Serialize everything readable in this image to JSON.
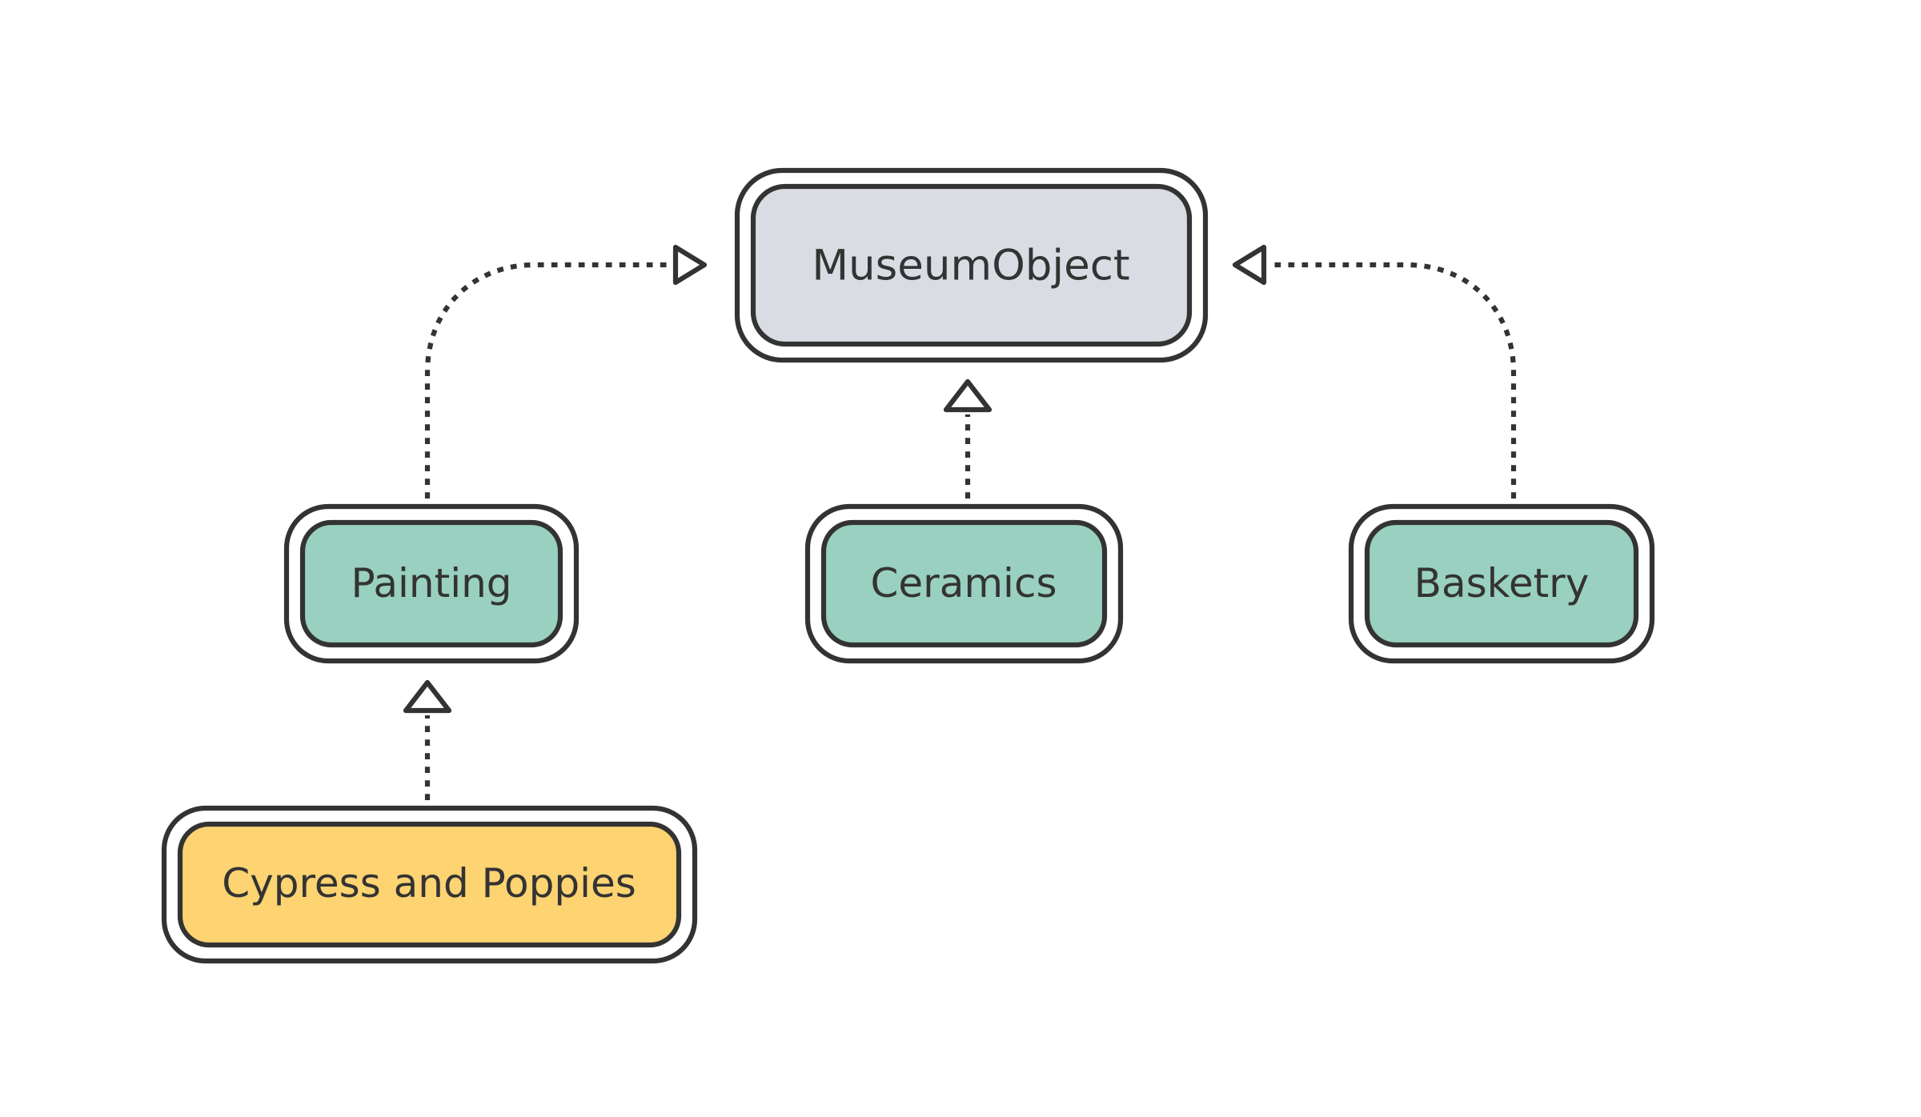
{
  "diagram": {
    "type": "inheritance-diagram",
    "colors": {
      "stroke": "#333333",
      "outer_fill": "#ffffff",
      "base": "#d9dce3",
      "category": "#99d0c0",
      "instance": "#fed372",
      "text": "#333333"
    },
    "nodes": {
      "museum_object": {
        "label": "MuseumObject",
        "role": "base"
      },
      "painting": {
        "label": "Painting",
        "role": "category"
      },
      "ceramics": {
        "label": "Ceramics",
        "role": "category"
      },
      "basketry": {
        "label": "Basketry",
        "role": "category"
      },
      "cypress_and_poppies": {
        "label": "Cypress and Poppies",
        "role": "instance"
      }
    },
    "edges": [
      {
        "from": "Painting",
        "to": "MuseumObject",
        "style": "dashed",
        "arrow": "hollow-triangle"
      },
      {
        "from": "Ceramics",
        "to": "MuseumObject",
        "style": "dashed",
        "arrow": "hollow-triangle"
      },
      {
        "from": "Basketry",
        "to": "MuseumObject",
        "style": "dashed",
        "arrow": "hollow-triangle"
      },
      {
        "from": "Cypress and Poppies",
        "to": "Painting",
        "style": "dashed",
        "arrow": "hollow-triangle"
      }
    ]
  }
}
